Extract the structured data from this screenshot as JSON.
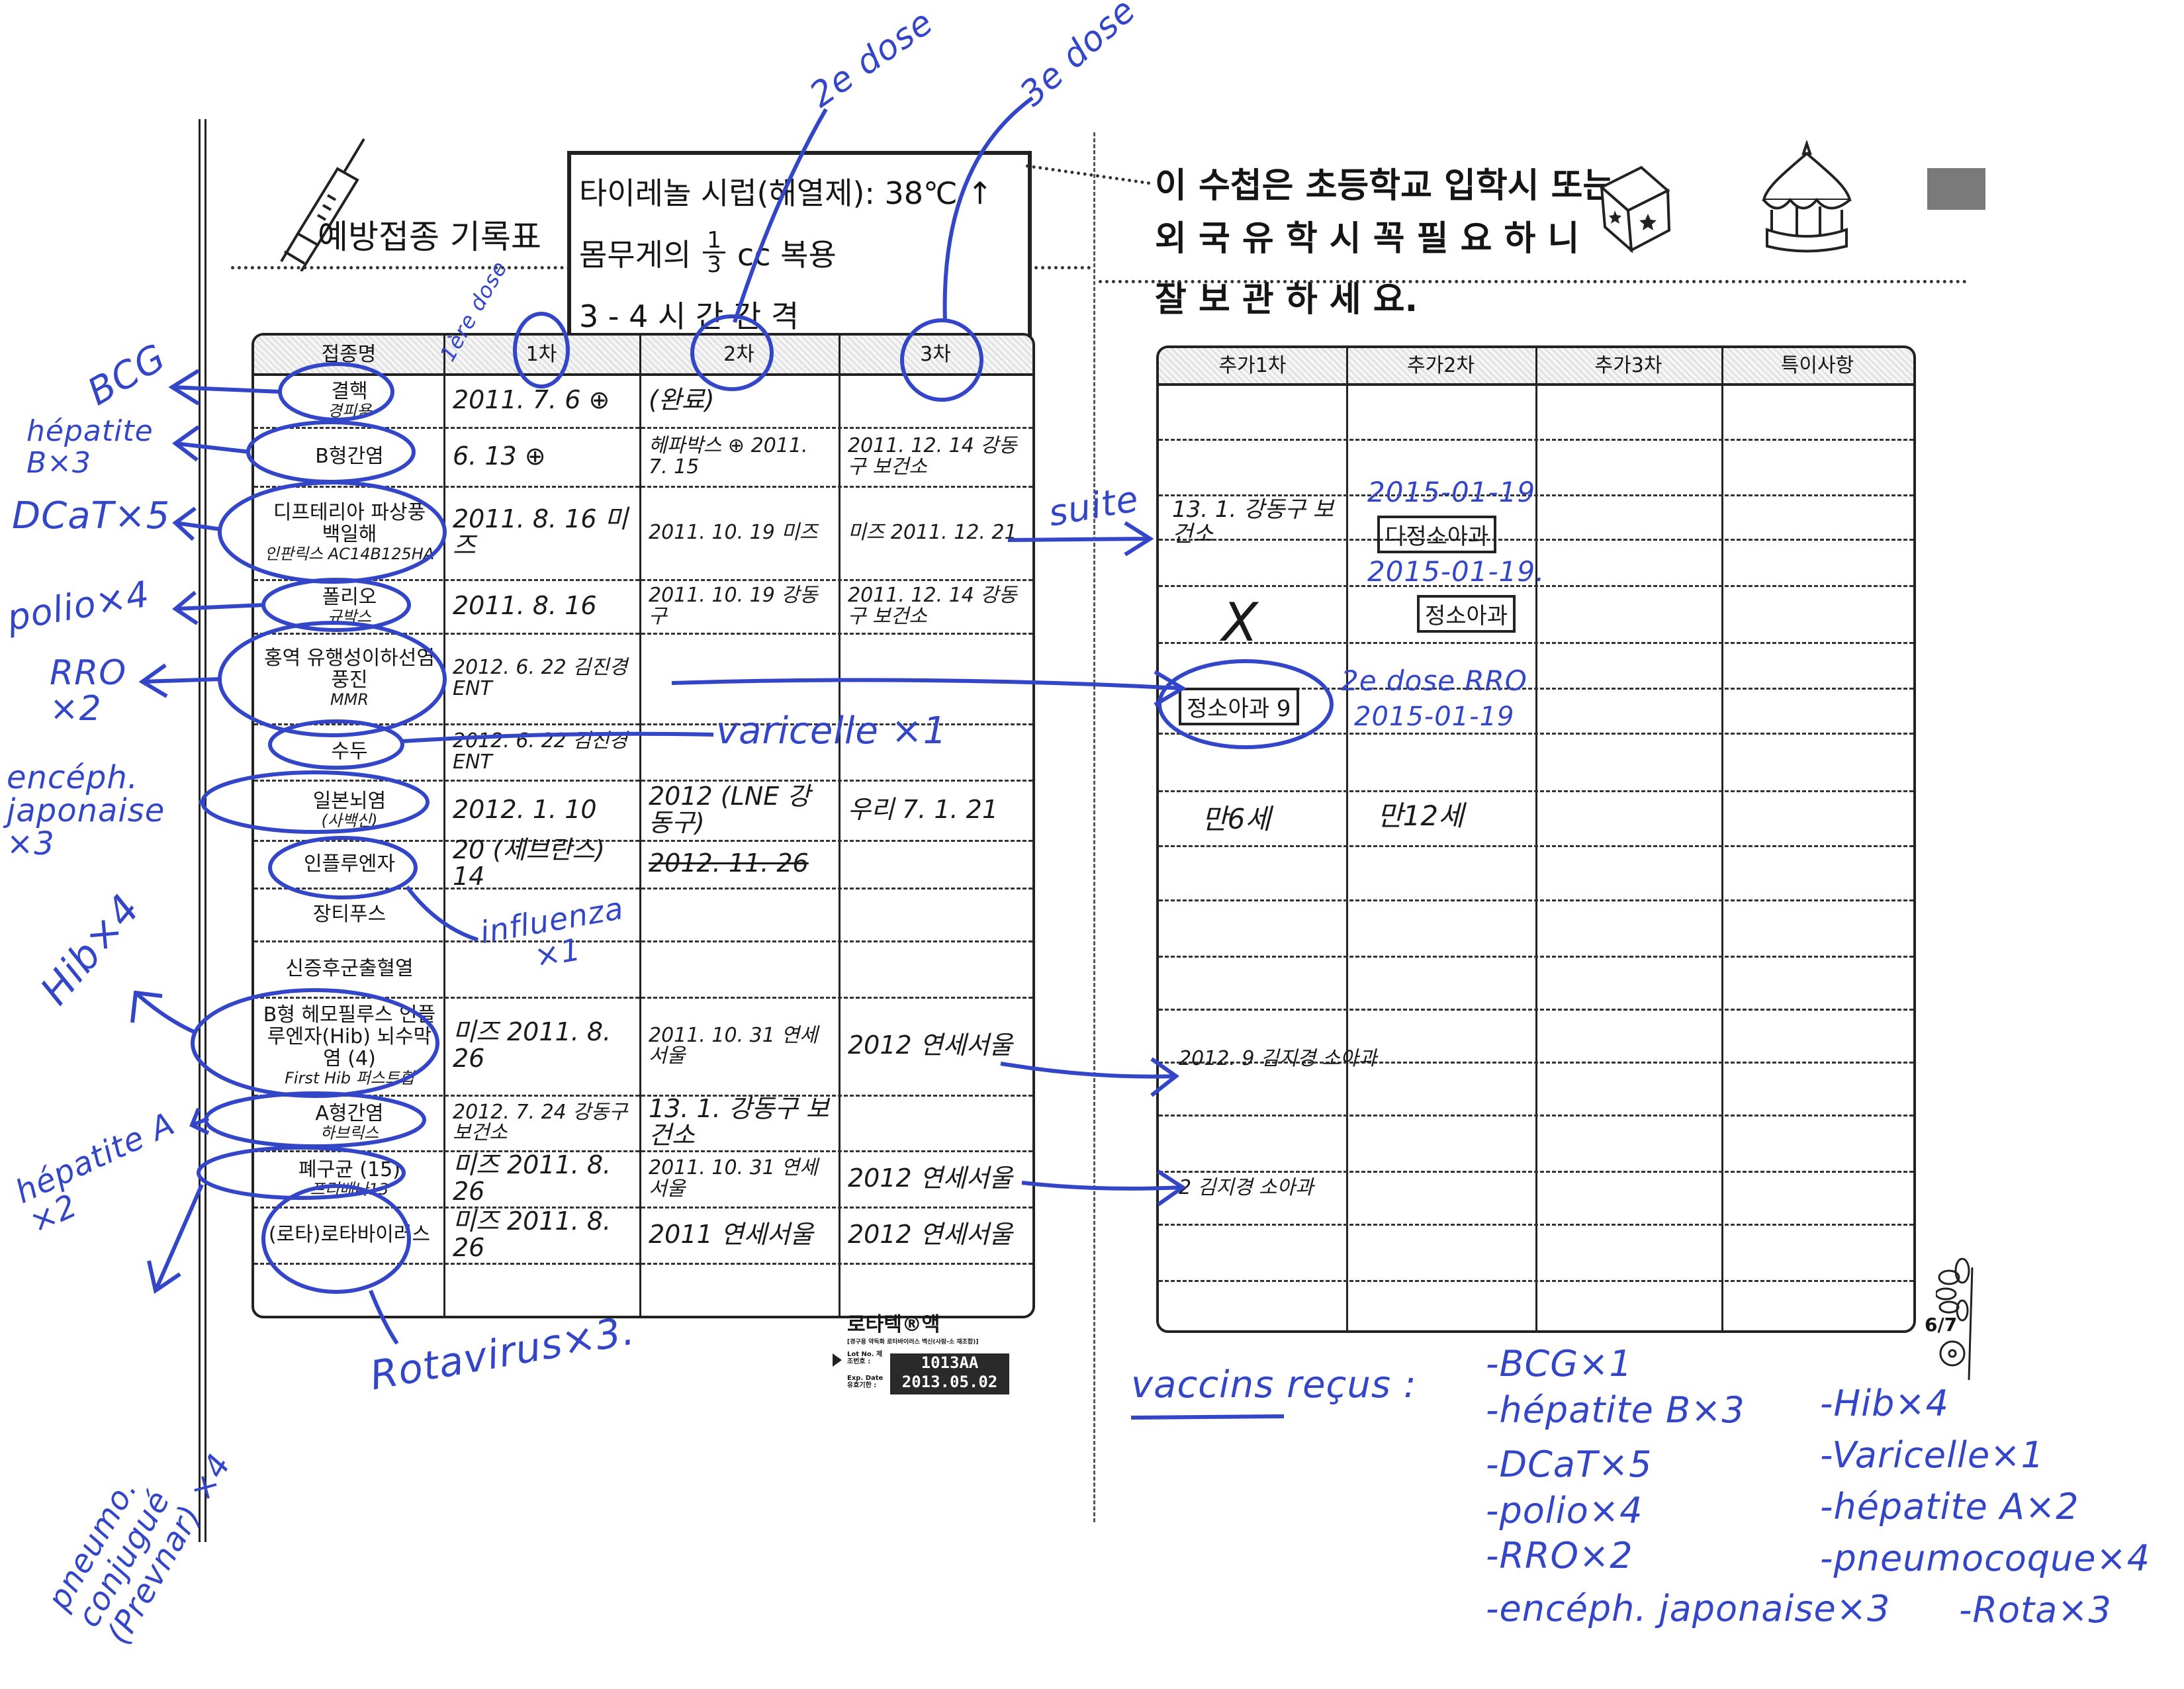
{
  "left_page": {
    "title": "예방접종 기록표",
    "notice_box": {
      "line1": "타이레놀 시럽(해열제): 38℃ ↑",
      "line2_pre": "몸무게의",
      "line2_num": "1",
      "line2_den": "3",
      "line2_post": "cc 복용",
      "line3": "3 - 4 시 간  간 격"
    },
    "table": {
      "headers": [
        "접종명",
        "1차",
        "2차",
        "3차"
      ],
      "rows": [
        {
          "name": "결핵",
          "note": "경피용",
          "d1": "2011. 7. 6 ⊕",
          "d2": "(완료)",
          "d3": ""
        },
        {
          "name": "B형간염",
          "note": "",
          "d1": "6. 13 ⊕",
          "d2": "헤파박스 ⊕ 2011. 7. 15",
          "d3": "2011. 12. 14 강동구 보건소"
        },
        {
          "name": "디프테리아 파상풍 백일해",
          "note": "인판릭스 AC14B125HA",
          "d1": "2011. 8. 16 미즈",
          "d2": "2011. 10. 19 미즈",
          "d3": "미즈 2011. 12. 21"
        },
        {
          "name": "폴리오",
          "note": "규박스",
          "d1": "2011. 8. 16",
          "d2": "2011. 10. 19 강동구",
          "d3": "2011. 12. 14 강동구 보건소"
        },
        {
          "name": "홍역 유행성이하선염 풍진",
          "note": "MMR",
          "d1": "2012. 6. 22 김진경 ENT",
          "d2": "",
          "d3": ""
        },
        {
          "name": "수두",
          "note": "",
          "d1": "2012. 6. 22 김진경 ENT",
          "d2": "",
          "d3": ""
        },
        {
          "name": "일본뇌염",
          "note": "(사백신)",
          "d1": "2012. 1. 10",
          "d2": "2012 (LNE 강동구)",
          "d3": "우리 7. 1. 21"
        },
        {
          "name": "인플루엔자",
          "note": "",
          "d1": "20 (세브란스) 14",
          "d2": "2012. 11. 26",
          "d3": ""
        },
        {
          "name": "장티푸스",
          "note": "",
          "d1": "",
          "d2": "",
          "d3": ""
        },
        {
          "name": "신증후군출혈열",
          "note": "",
          "d1": "",
          "d2": "",
          "d3": ""
        },
        {
          "name": "B형 헤모필루스 인플루엔자(Hib) 뇌수막염 (4)",
          "note": "First Hib 퍼스트힙",
          "d1": "미즈 2011. 8. 26",
          "d2": "2011. 10. 31 연세서울",
          "d3": "2012 연세서울"
        },
        {
          "name": "A형간염",
          "note": "하브릭스",
          "d1": "2012. 7. 24 강동구 보건소",
          "d2": "13. 1. 강동구 보건소",
          "d3": ""
        },
        {
          "name": "폐구균 (15)",
          "note": "프리베나13",
          "d1": "미즈 2011. 8. 26",
          "d2": "2011. 10. 31 연세서울",
          "d3": "2012 연세서울"
        },
        {
          "name": "(로타)로타바이러스",
          "note": "",
          "d1": "미즈 2011. 8. 26",
          "d2": "2011 연세서울",
          "d3": "2012 연세서울"
        },
        {
          "name": "",
          "note": "",
          "d1": "",
          "d2": "",
          "d3": ""
        }
      ]
    },
    "lot_label": {
      "product": "로타텍®액",
      "product_sub": "[경구용 약독화 로타바이러스 백신(사람-소 재조합)]",
      "lot_caption": "Lot No. 제조번호 :",
      "exp_caption": "Exp. Date 유효기한 :",
      "lot_no": "1013AA",
      "exp_date": "2013.05.02"
    }
  },
  "right_page": {
    "notice": {
      "line1": "이 수첩은 초등학교 입학시 또는",
      "line2": "외 국 유 학 시  꼭  필 요 하 니",
      "line3": "잘 보 관 하 세 요."
    },
    "table": {
      "headers": [
        "추가1차",
        "추가2차",
        "추가3차",
        "특이사항"
      ],
      "entries": {
        "dtap_add1": "13. 1. 강동구 보건소",
        "dtap_add2_date": "2015-01-19",
        "dtap_add2_stamp": "다정소아과",
        "polio_add1": "X",
        "polio_add2_date": "2015-01-19.",
        "polio_add2_stamp": "정소아과",
        "mmr_add1_stamp": "정소아과 9",
        "mmr_add2_note": "2e dose RRO",
        "mmr_add2_date": "2015-01-19",
        "je_add1": "만6세",
        "je_add2": "만12세",
        "hib_add1": "2012. 9 김지경 소아과",
        "pneumo_add1": "2 김지경 소아과"
      }
    },
    "page_number": "6/7"
  },
  "annotations": {
    "dose1": "1ère dose",
    "dose2": "2e dose",
    "dose3": "3e dose",
    "bcg": "BCG",
    "hepb": "hépatite B×3",
    "dcat": "DCaT×5",
    "polio": "polio×4",
    "rro": "RRO ×2",
    "je": "encéph. japonaise ×3",
    "hib": "Hib×4",
    "hepa": "hépatite A ×2",
    "pneumo": "pneumo. conjugué (Prevnar) ×4",
    "rota": "Rotavirus×3.",
    "influenza": "influenza ×1",
    "varicelle": "varicelle ×1",
    "suite": "suite"
  },
  "summary": {
    "title": "vaccins reçus :",
    "col1": [
      "-BCG×1",
      "-hépatite B×3",
      "-DCaT×5",
      "-polio×4",
      "-RRO×2",
      "-encéph. japonaise×3"
    ],
    "col2": [
      "-Hib×4",
      "-Varicelle×1",
      "-hépatite A×2",
      "-pneumocoque×4",
      "-Rota×3"
    ]
  },
  "colors": {
    "ink_blue": "#3446c8",
    "print_black": "#151515"
  }
}
